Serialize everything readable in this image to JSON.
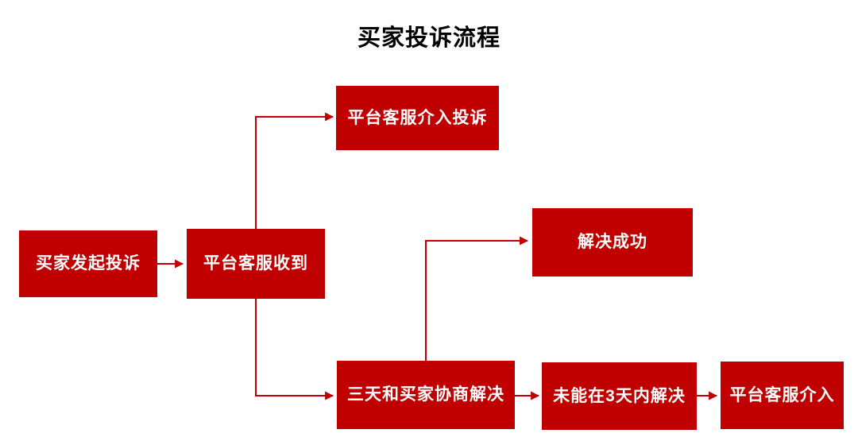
{
  "title": "买家投诉流程",
  "colors": {
    "node_fill": "#C00000",
    "node_text": "#FFFFFF",
    "arrow": "#C00000",
    "title_text": "#000000",
    "background": "#FFFFFF"
  },
  "nodes": [
    {
      "id": "buyer-initiates",
      "label": "买家发起投诉"
    },
    {
      "id": "platform-cs-received",
      "label": "平台客服收到"
    },
    {
      "id": "platform-cs-intervene-complaint",
      "label": "平台客服介入投诉"
    },
    {
      "id": "negotiate-within-3-days",
      "label": "三天和买家协商解决"
    },
    {
      "id": "resolved-success",
      "label": "解决成功"
    },
    {
      "id": "not-resolved-in-3-days",
      "label": "未能在3天内解决"
    },
    {
      "id": "platform-cs-intervene",
      "label": "平台客服介入"
    }
  ],
  "edges": [
    {
      "from": "buyer-initiates",
      "to": "platform-cs-received"
    },
    {
      "from": "platform-cs-received",
      "to": "platform-cs-intervene-complaint"
    },
    {
      "from": "platform-cs-received",
      "to": "negotiate-within-3-days"
    },
    {
      "from": "negotiate-within-3-days",
      "to": "resolved-success"
    },
    {
      "from": "negotiate-within-3-days",
      "to": "not-resolved-in-3-days"
    },
    {
      "from": "not-resolved-in-3-days",
      "to": "platform-cs-intervene"
    }
  ]
}
